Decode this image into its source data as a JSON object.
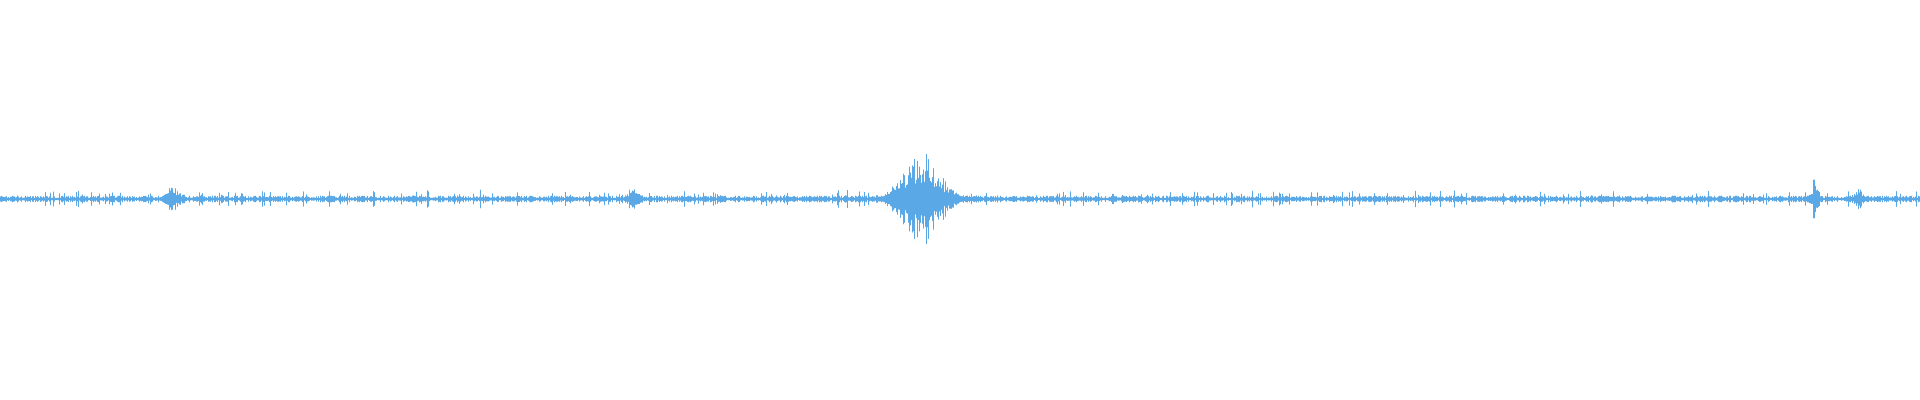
{
  "waveform": {
    "color": "#5aa9e6",
    "background": "#ffffff",
    "baseline_amplitude": 0.012,
    "noise_amplitude": 0.03,
    "peaks": [
      {
        "position": 0.48,
        "amplitude": 0.22,
        "spread": 0.012
      },
      {
        "position": 0.945,
        "amplitude": 0.07,
        "spread": 0.002
      },
      {
        "position": 0.968,
        "amplitude": 0.05,
        "spread": 0.002
      },
      {
        "position": 0.09,
        "amplitude": 0.05,
        "spread": 0.004
      },
      {
        "position": 0.33,
        "amplitude": 0.045,
        "spread": 0.003
      }
    ]
  }
}
